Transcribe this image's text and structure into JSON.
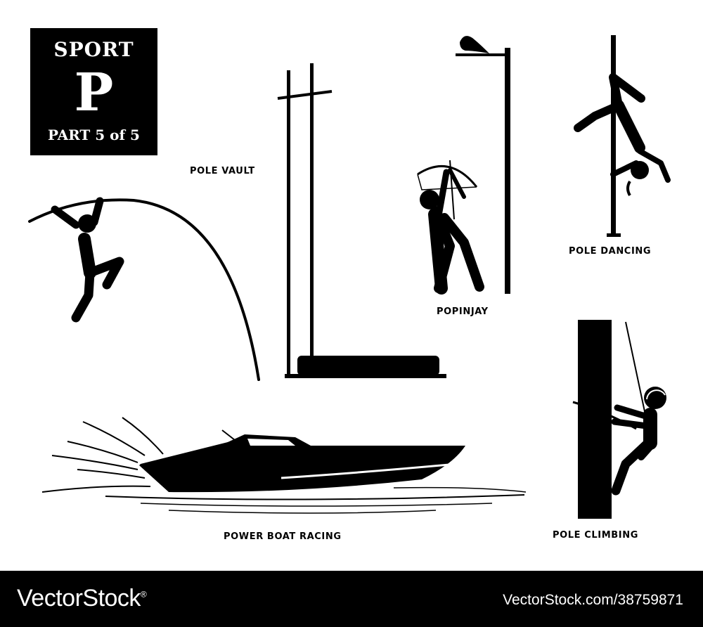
{
  "title_block": {
    "line1": "SPORT",
    "letter": "P",
    "line3": "PART 5 of 5"
  },
  "labels": {
    "pole_vault": "POLE VAULT",
    "popinjay": "POPINJAY",
    "pole_dancing": "POLE DANCING",
    "power_boat_racing": "POWER BOAT RACING",
    "pole_climbing": "POLE CLIMBING"
  },
  "footer": {
    "brand": "VectorStock",
    "registered_mark": "®",
    "reference": "VectorStock.com/38759871"
  },
  "colors": {
    "ink": "#000000",
    "background": "#ffffff"
  }
}
